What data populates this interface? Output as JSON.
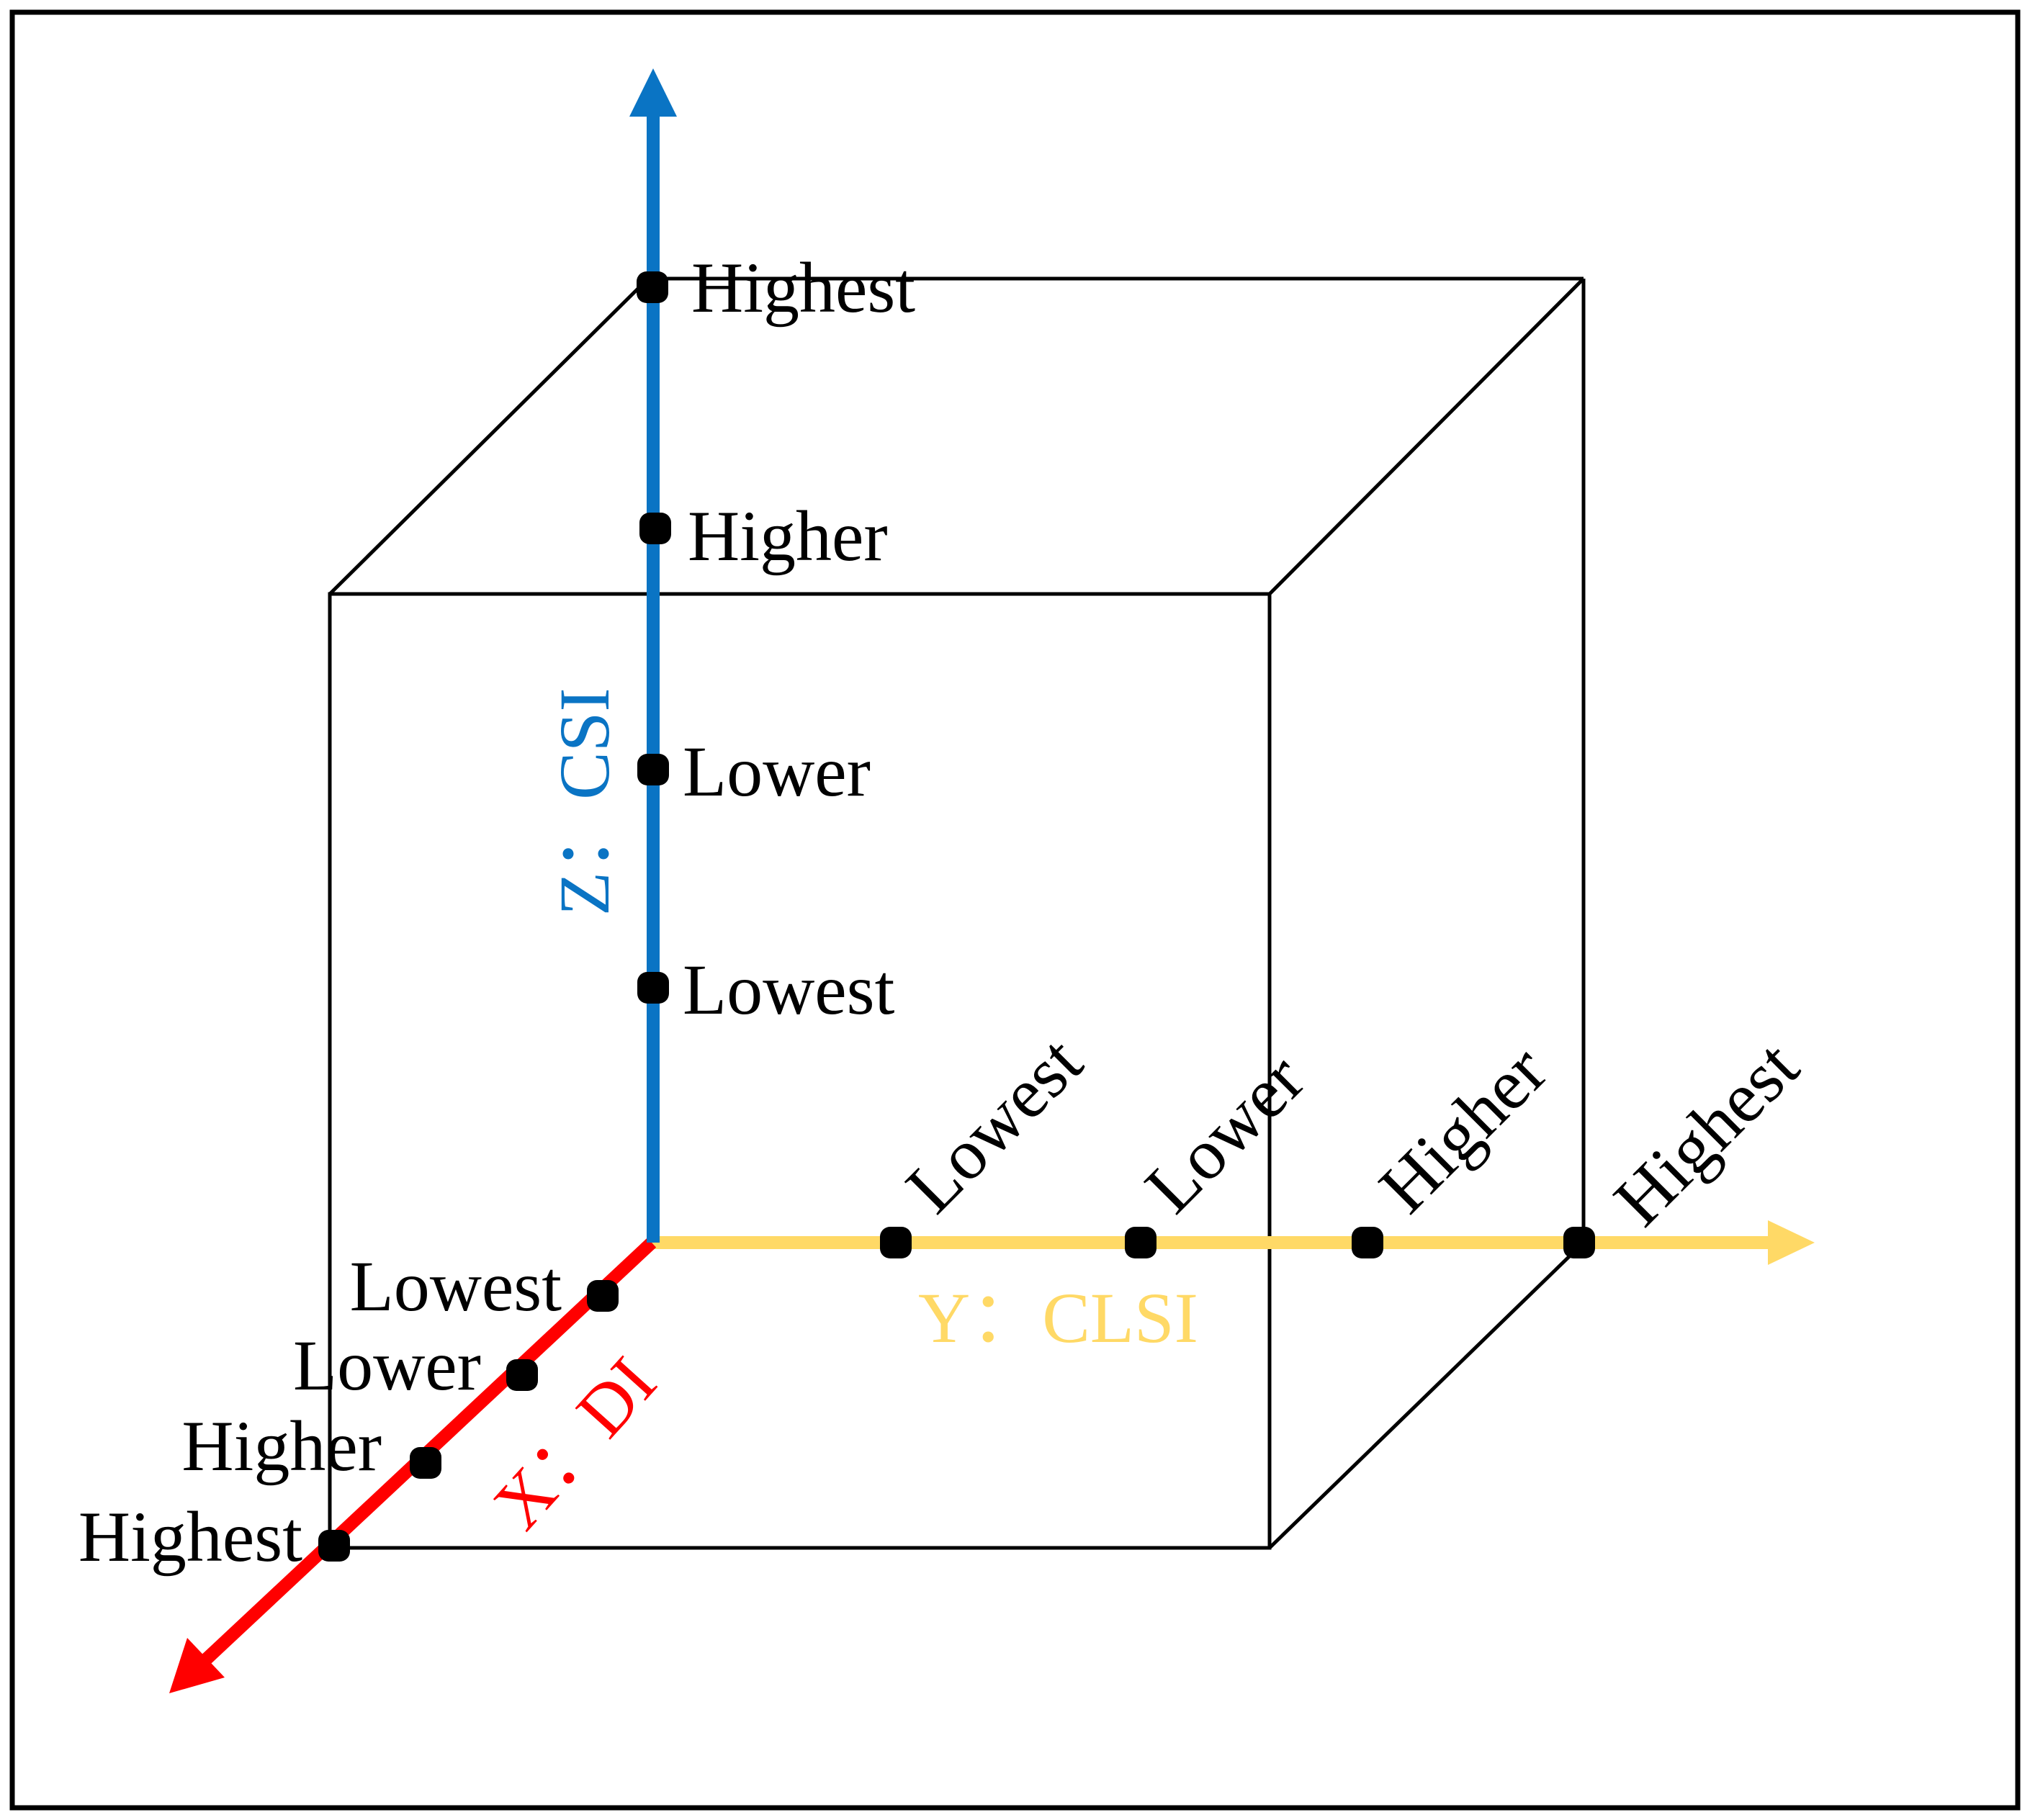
{
  "colors": {
    "x_axis": "#ff0000",
    "y_axis": "#ffd966",
    "z_axis": "#0a74c4",
    "cube": "#000000",
    "frame": "#000000",
    "dots": "#000000"
  },
  "axes": {
    "x": {
      "title": "X：DI",
      "levels": [
        "Lowest",
        "Lower",
        "Higher",
        "Highest"
      ]
    },
    "y": {
      "title": "Y：CLSI",
      "levels": [
        "Lowest",
        "Lower",
        "Higher",
        "Highest"
      ]
    },
    "z": {
      "title": "Z：CSI",
      "levels": [
        "Lowest",
        "Lower",
        "Higher",
        "Highest"
      ]
    }
  }
}
